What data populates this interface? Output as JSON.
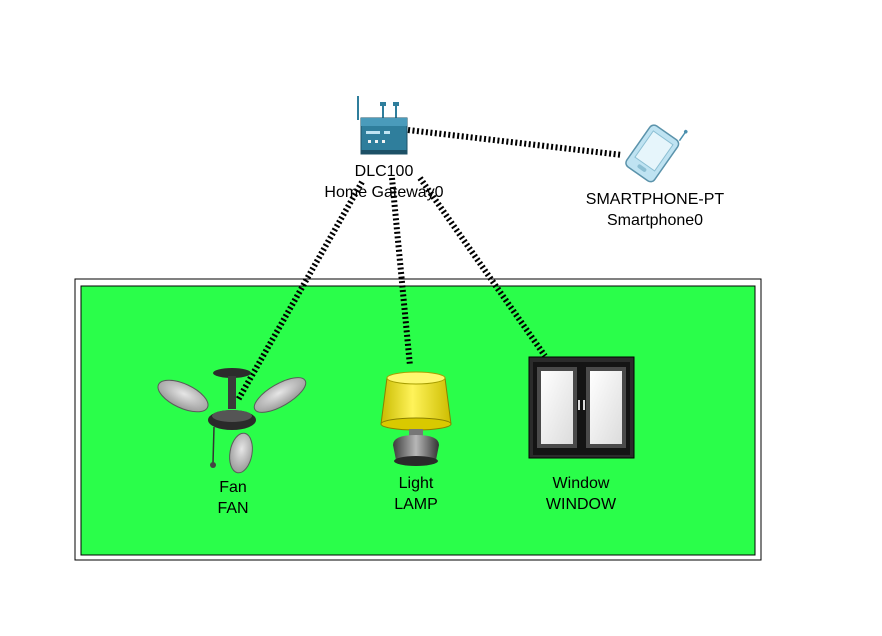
{
  "colors": {
    "room_fill": "#2afe4a",
    "link": "#000000",
    "gateway": "#2f7e9c",
    "smartphone": "#bfe3f2",
    "lamp_shade": "#f4e20e"
  },
  "devices": {
    "gateway": {
      "model": "DLC100",
      "name": "Home Gateway0",
      "icon": "home-gateway-icon"
    },
    "smartphone": {
      "model": "SMARTPHONE-PT",
      "name": "Smartphone0",
      "icon": "smartphone-icon"
    },
    "fan": {
      "model": "Fan",
      "name": "FAN",
      "icon": "ceiling-fan-icon"
    },
    "lamp": {
      "model": "Light",
      "name": "LAMP",
      "icon": "lamp-icon"
    },
    "window": {
      "model": "Window",
      "name": "WINDOW",
      "icon": "window-icon"
    }
  }
}
